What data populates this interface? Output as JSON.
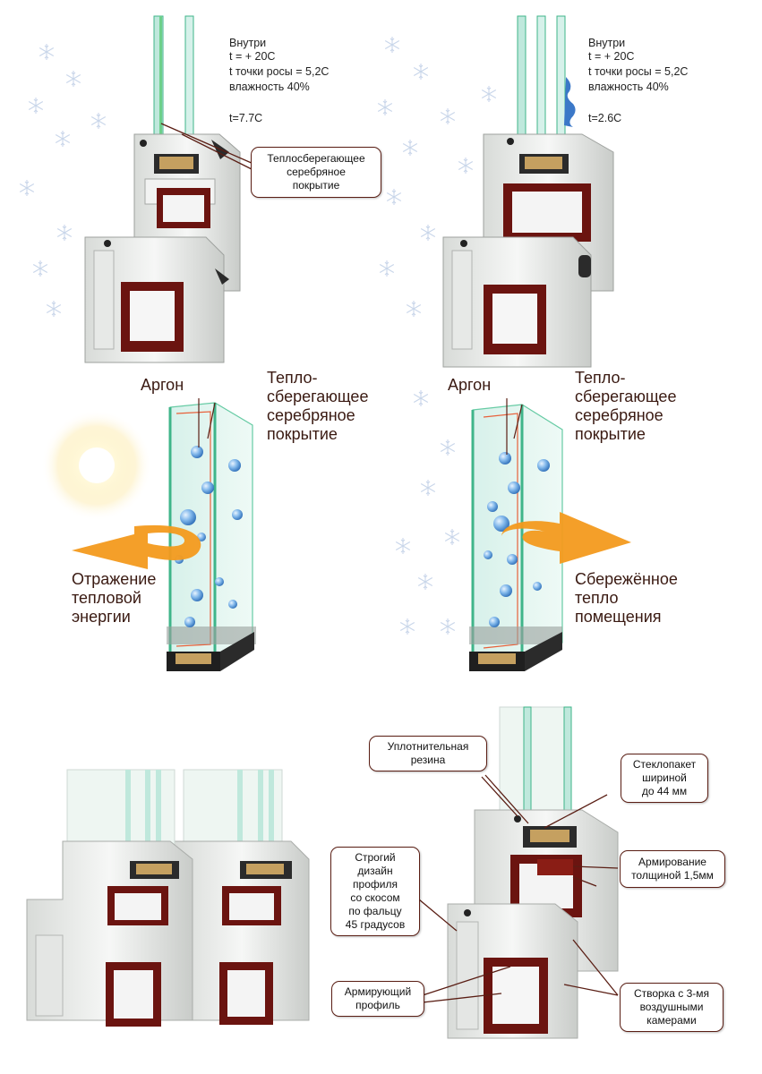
{
  "panel_left": {
    "inside_label": "Внутри",
    "temp_line": "t = + 20C",
    "dew_point_line": "t точки росы = 5,2C",
    "humidity_line": "влажность 40%",
    "surface_temp": "t=7.7C",
    "callout": "Теплосберегающее\nсеребряное\nпокрытие"
  },
  "panel_right": {
    "inside_label": "Внутри",
    "temp_line": "t = + 20C",
    "dew_point_line": "t точки росы = 5,2C",
    "humidity_line": "влажность 40%",
    "surface_temp": "t=2.6C"
  },
  "glass_left": {
    "argon_label": "Аргон",
    "coating_label": "Тепло-\nсберегающее\nсеребряное\nпокрытие",
    "arrow_label": "Отражение\nтепловой\nэнергии"
  },
  "glass_right": {
    "argon_label": "Аргон",
    "coating_label": "Тепло-\nсберегающее\nсеребряное\nпокрытие",
    "arrow_label": "Сбережённое\nтепло\nпомещения"
  },
  "profile_callouts": {
    "seal": "Уплотнительная\nрезина",
    "glass_unit": "Стеклопакет\nшириной\nдо 44 мм",
    "reinforcement": "Армирование\nтолщиной 1,5мм",
    "design": "Строгий\nдизайн\nпрофиля\nсо скосом\nпо фальцу\n45 градусов",
    "reinforcing_profile": "Армирующий\nпрофиль",
    "sash": "Створка с 3-мя\nвоздушными\nкамерами"
  },
  "colors": {
    "profile_white": "#eef0ee",
    "profile_shadow": "#b9bcb9",
    "reinforcement": "#6b1410",
    "glass": "#bfe8dc",
    "glass_edge": "#3fb58a",
    "callout_border": "#5a1e14",
    "arrow_orange": "#f39a1e",
    "snowflake": "#c9d6ea",
    "bubble": "#5b9bd8"
  }
}
